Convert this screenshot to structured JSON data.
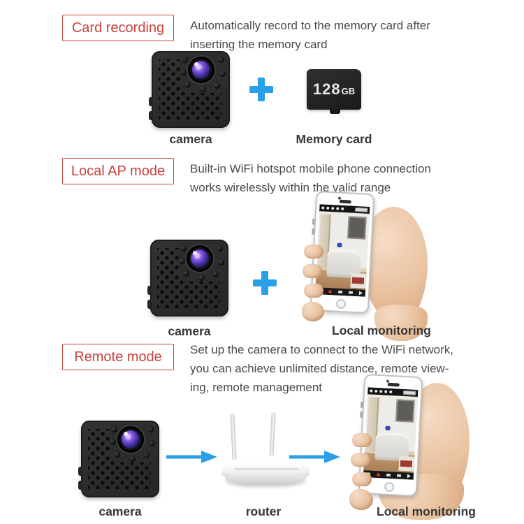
{
  "colors": {
    "accent_red": "#c8423c",
    "accent_blue": "#2aa0e8",
    "body_text": "#4a4a4a",
    "label_text": "#363636",
    "background": "#ffffff"
  },
  "sections": [
    {
      "title": "Card recording",
      "description_lines": [
        "Automatically record to the memory card after",
        "inserting the memory card"
      ],
      "camera_label": "camera",
      "memory_card_label": "Memory card",
      "memory_card": {
        "capacity_number": "128",
        "capacity_unit": "GB"
      }
    },
    {
      "title": "Local AP mode",
      "description_lines": [
        "Built-in WiFi hotspot mobile phone connection",
        "works wirelessly within the valid range"
      ],
      "camera_label": "camera",
      "monitoring_label": "Local monitoring"
    },
    {
      "title": "Remote mode",
      "description_lines": [
        "Set up the camera to connect to the WiFi network,",
        "you can achieve unlimited distance, remote view-",
        "ing, remote management"
      ],
      "camera_label": "camera",
      "router_label": "router",
      "monitoring_label": "Local monitoring"
    }
  ]
}
